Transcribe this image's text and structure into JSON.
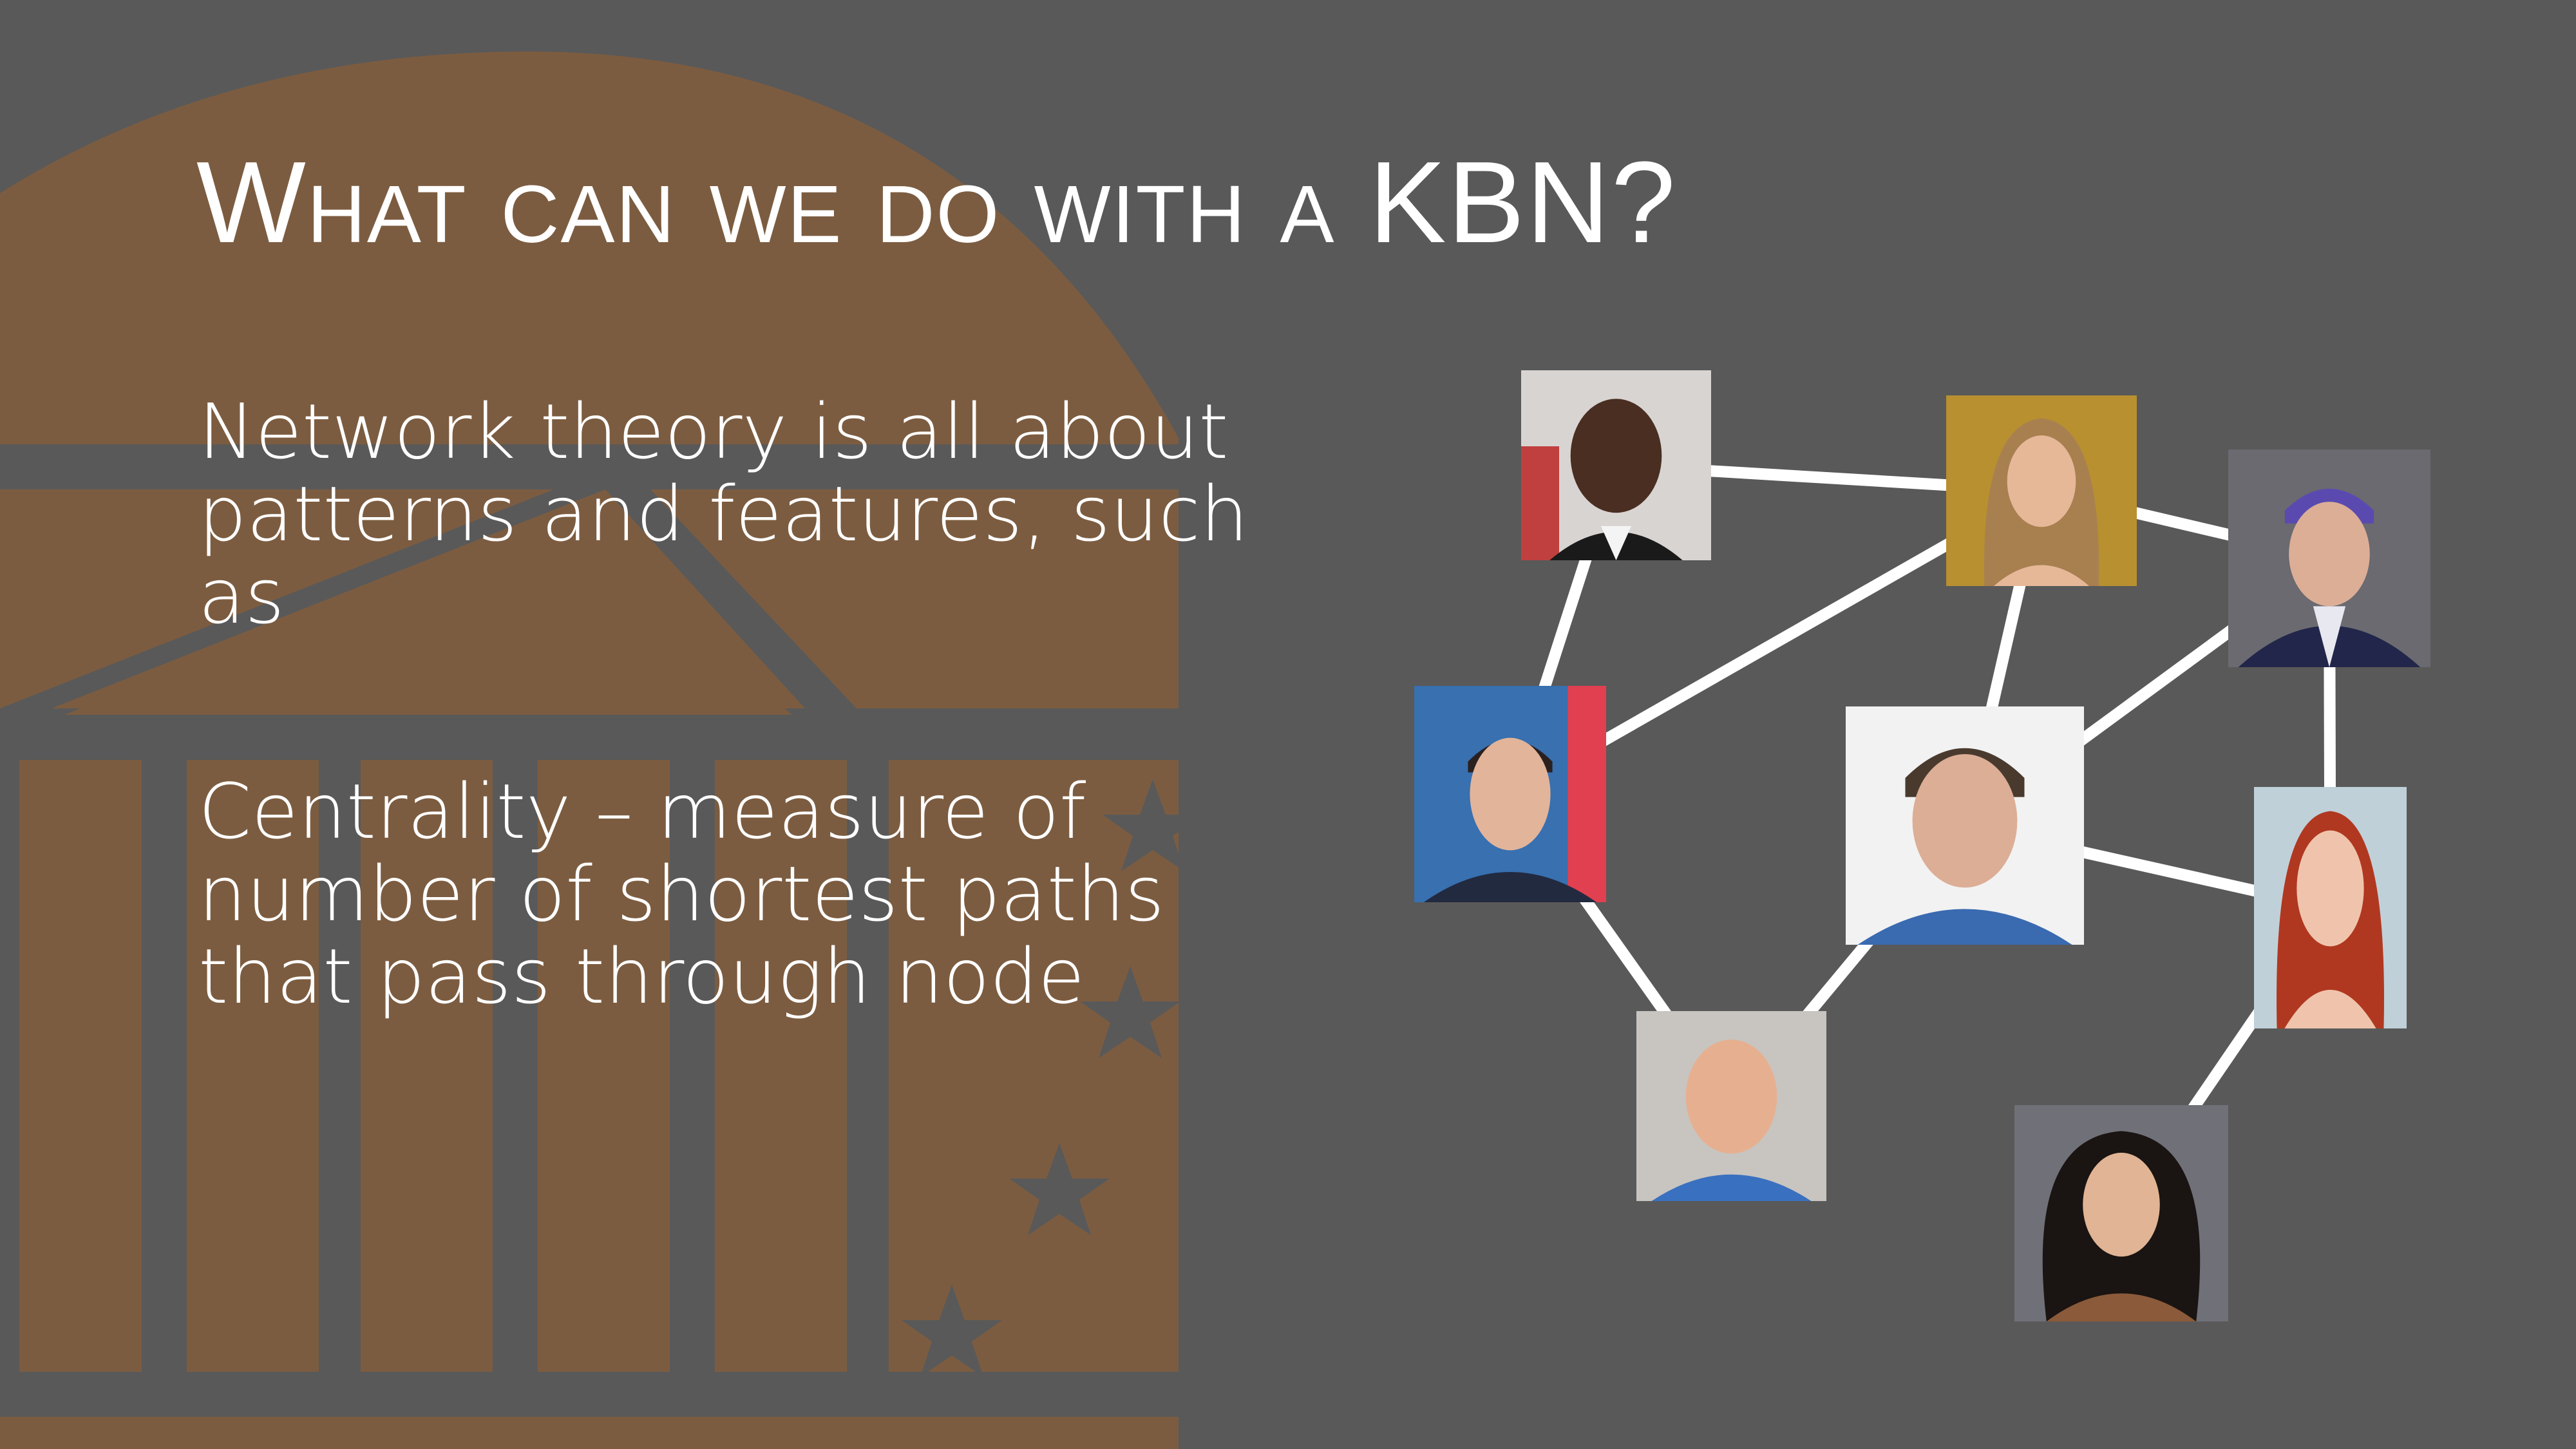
{
  "title": "What can we do with a KBN?",
  "paragraphs": [
    "Network theory is all about patterns and features, such as",
    "Centrality – measure of number of shortest paths that pass through node"
  ],
  "colors": {
    "background": "#595959",
    "emblem": "#7c5c40",
    "text": "#ffffff",
    "edge": "#ffffff"
  },
  "network": {
    "nodes": [
      {
        "id": "n1",
        "name": "person-photo-1"
      },
      {
        "id": "n2",
        "name": "person-photo-2"
      },
      {
        "id": "n3",
        "name": "person-photo-3"
      },
      {
        "id": "n4",
        "name": "person-photo-4"
      },
      {
        "id": "n5",
        "name": "person-photo-5"
      },
      {
        "id": "n6",
        "name": "person-photo-6"
      },
      {
        "id": "n7",
        "name": "person-photo-7"
      },
      {
        "id": "n8",
        "name": "person-photo-8"
      }
    ],
    "edges": [
      [
        "n1",
        "n2"
      ],
      [
        "n2",
        "n3"
      ],
      [
        "n1",
        "n4"
      ],
      [
        "n2",
        "n4"
      ],
      [
        "n2",
        "n5"
      ],
      [
        "n5",
        "n3"
      ],
      [
        "n3",
        "n7"
      ],
      [
        "n5",
        "n7"
      ],
      [
        "n4",
        "n6"
      ],
      [
        "n5",
        "n6"
      ],
      [
        "n7",
        "n8"
      ]
    ]
  }
}
